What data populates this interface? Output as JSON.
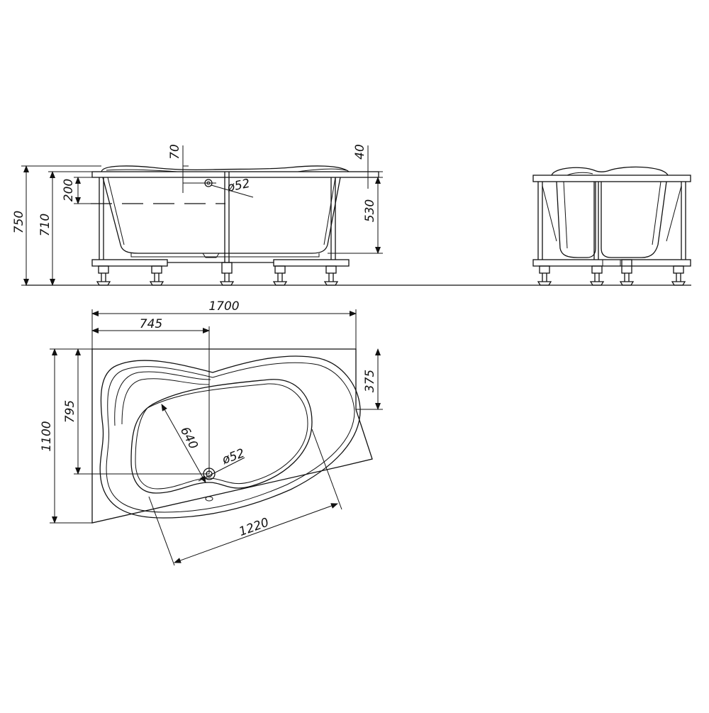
{
  "drawing": {
    "dimensions": {
      "height_total": "750",
      "height_rim": "710",
      "drain_depth": "200",
      "overflow_offset": "70",
      "rim_thickness": "40",
      "inner_depth": "530",
      "drain_diameter_side": "ø52",
      "length": "1700",
      "drain_from_left": "745",
      "width": "1100",
      "drain_from_back": "795",
      "short_side": "375",
      "inner_width": "640",
      "drain_diameter_plan": "ø52",
      "inner_length": "1220"
    }
  }
}
